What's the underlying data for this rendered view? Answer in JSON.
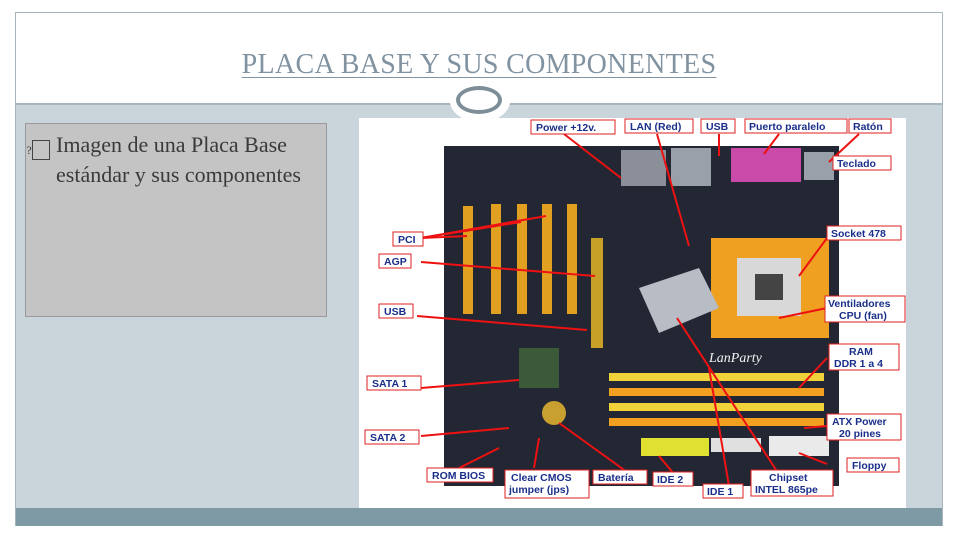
{
  "slide": {
    "title": "PLACA BASE Y SUS COMPONENTES",
    "bullet_icon": "missing-glyph-bullet",
    "body_text": "Imagen de una Placa Base estándar y sus componentes"
  },
  "motherboard_image": {
    "board_logo": "LanParty",
    "labels": {
      "power": "Power +12v.",
      "lan": "LAN (Red)",
      "usb_top": "USB",
      "parallel": "Puerto paralelo",
      "mouse": "Ratón",
      "keyboard": "Teclado",
      "pci": "PCI",
      "socket": "Socket 478",
      "agp": "AGP",
      "usb_left": "USB",
      "fans_1": "Ventiladores",
      "fans_2": "CPU (fan)",
      "ram_1": "RAM",
      "ram_2": "DDR 1 a 4",
      "sata1": "SATA 1",
      "atx_1": "ATX Power",
      "atx_2": "20 pines",
      "sata2": "SATA 2",
      "floppy": "Floppy",
      "rom_bios": "ROM BIOS",
      "clear_cmos_1": "Clear CMOS",
      "clear_cmos_2": "jumper (jps)",
      "battery": "Batería",
      "ide2": "IDE 2",
      "ide1": "IDE 1",
      "chipset_1": "Chipset",
      "chipset_2": "INTEL 865pe"
    }
  },
  "colors": {
    "title": "#8192a0",
    "frame": "#c9d5da",
    "footer": "#7e9aa4",
    "label_text": "#1a2f8a",
    "callout_line": "#e11111"
  }
}
